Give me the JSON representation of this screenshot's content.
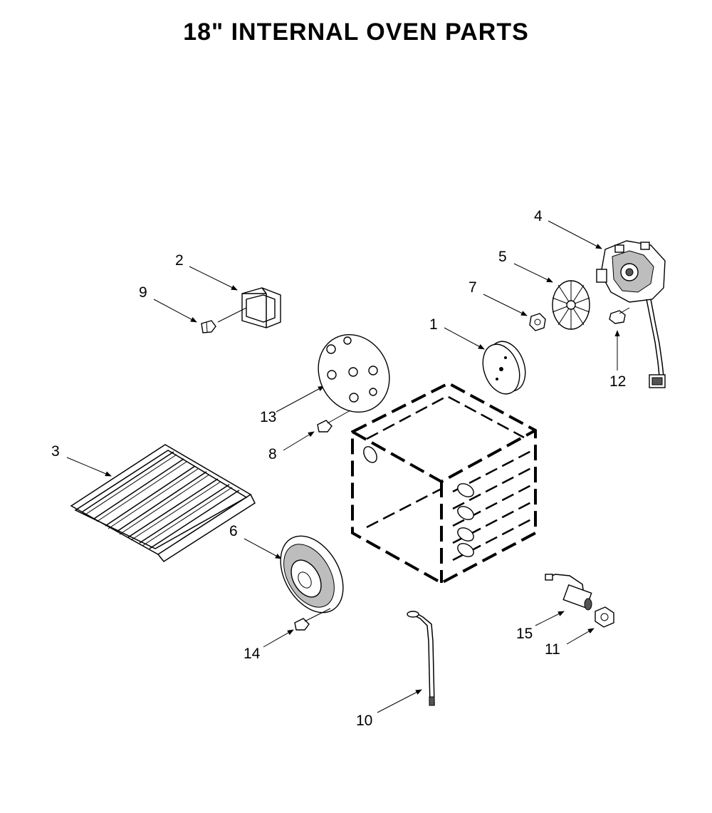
{
  "title": "18\" INTERNAL OVEN PARTS",
  "callouts": {
    "c1": "1",
    "c2": "2",
    "c3": "3",
    "c4": "4",
    "c5": "5",
    "c6": "6",
    "c7": "7",
    "c8": "8",
    "c9": "9",
    "c10": "10",
    "c11": "11",
    "c12": "12",
    "c13": "13",
    "c14": "14",
    "c15": "15"
  }
}
